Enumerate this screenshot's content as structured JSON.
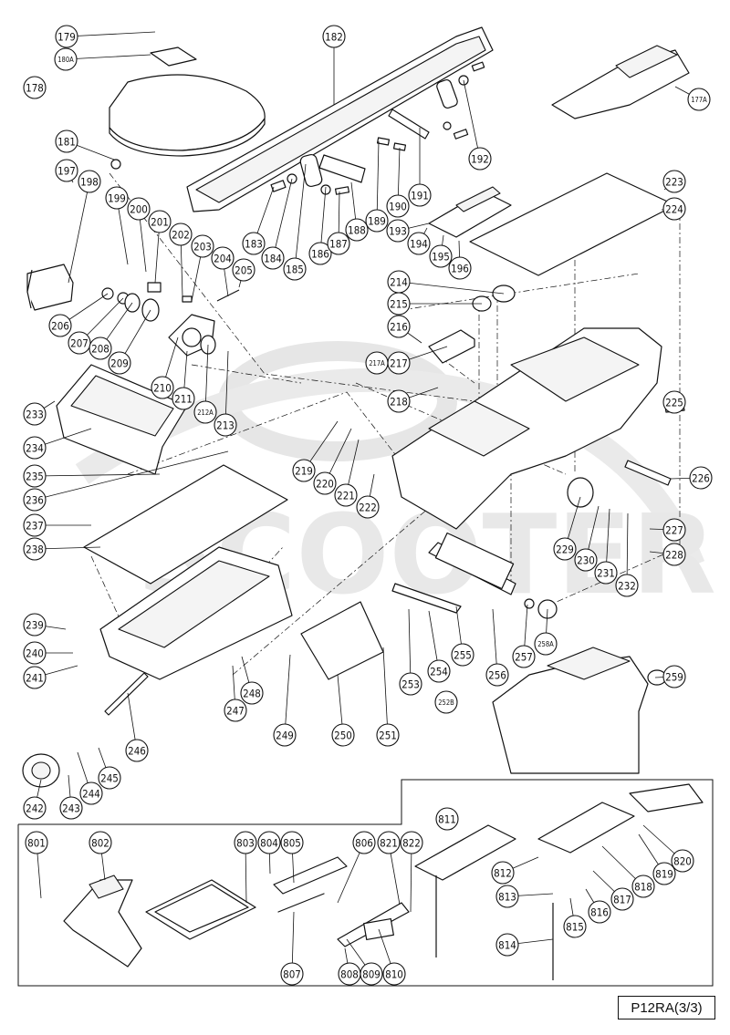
{
  "diagram": {
    "model_label": "P12RA(3/3)",
    "watermark": "SCOOTER",
    "part_numbers": [
      "177A",
      "178",
      "179",
      "180A",
      "181",
      "182",
      "183",
      "184",
      "185",
      "186",
      "187",
      "188",
      "189",
      "190",
      "191",
      "192",
      "193",
      "194",
      "195",
      "196",
      "197",
      "198",
      "199",
      "200",
      "201",
      "202",
      "203",
      "204",
      "205",
      "206",
      "207",
      "208",
      "209",
      "210",
      "211",
      "212A",
      "213",
      "214",
      "215",
      "216",
      "217",
      "217A",
      "218",
      "219",
      "220",
      "221",
      "222",
      "223",
      "224",
      "225",
      "226",
      "227",
      "228",
      "229",
      "230",
      "231",
      "232",
      "233",
      "234",
      "235",
      "236",
      "237",
      "238",
      "239",
      "240",
      "241",
      "242",
      "243",
      "244",
      "245",
      "246",
      "247",
      "248",
      "249",
      "250",
      "251",
      "252B",
      "253",
      "254",
      "255",
      "256",
      "257",
      "258A",
      "259",
      "801",
      "802",
      "803",
      "804",
      "805",
      "806",
      "807",
      "808",
      "809",
      "810",
      "811",
      "812",
      "813",
      "814",
      "815",
      "816",
      "817",
      "818",
      "819",
      "820",
      "821",
      "822"
    ]
  }
}
